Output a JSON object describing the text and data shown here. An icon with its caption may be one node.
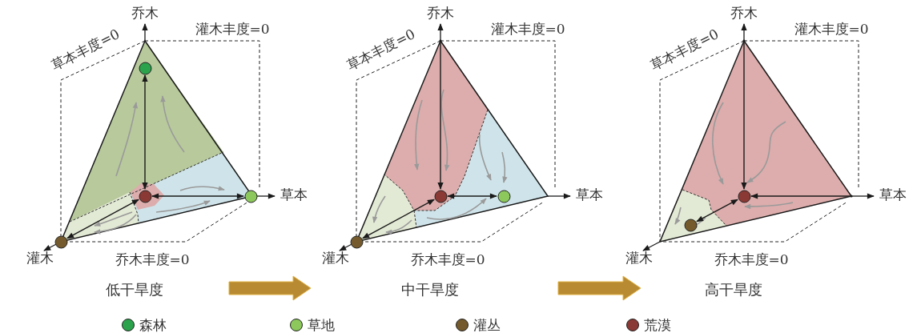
{
  "diagram": {
    "nodes": [
      {
        "text": [],
        "shape": "circle"
      },
      {
        "text": [],
        "shape": "circle"
      },
      {
        "text": [],
        "shape": "circle"
      },
      {
        "text": [],
        "shape": "circle"
      },
      {
        "text": [],
        "shape": "circle"
      },
      {
        "text": [],
        "shape": "circle"
      },
      {
        "text": [],
        "shape": "circle"
      },
      {
        "text": [],
        "shape": "circle"
      },
      {
        "text": [],
        "shape": "circle"
      },
      {
        "text": [],
        "shape": "vertex"
      },
      {
        "text": [],
        "shape": "vertex"
      },
      {
        "text": [],
        "shape": "vertex"
      }
    ],
    "edges": [
      {
        "from": 2,
        "to": 1,
        "arrow": "both"
      },
      {
        "from": 2,
        "to": 3,
        "arrow": "both"
      },
      {
        "from": 2,
        "to": 0,
        "arrow": "both"
      },
      {
        "from": 9,
        "to": 5,
        "arrow": "to"
      },
      {
        "from": 5,
        "to": 6,
        "arrow": "both"
      },
      {
        "from": 5,
        "to": 4,
        "arrow": "both"
      },
      {
        "from": 10,
        "to": 8,
        "arrow": "to"
      },
      {
        "from": 11,
        "to": 8,
        "arrow": "to"
      },
      {
        "from": 8,
        "to": 7,
        "arrow": "both"
      }
    ],
    "labels": [
      "乔木",
      "草本丰度=0",
      "灌木丰度=0",
      "草本",
      "灌木",
      "乔木丰度=0",
      "低干旱度",
      "乔木",
      "草本丰度=0",
      "灌木丰度=0",
      "草本",
      "灌木",
      "乔木丰度=0",
      "中干旱度",
      "乔木",
      "草本丰度=0",
      "灌木丰度=0",
      "草本",
      "灌木",
      "乔木丰度=0",
      "高干旱度"
    ],
    "legend": [
      {
        "text": "森林",
        "color": "#2ba24c"
      },
      {
        "text": "草地",
        "color": "#8cc85c"
      },
      {
        "text": "灌丛",
        "color": "#745a2c"
      },
      {
        "text": "荒漠",
        "color": "#8a3934"
      }
    ]
  }
}
